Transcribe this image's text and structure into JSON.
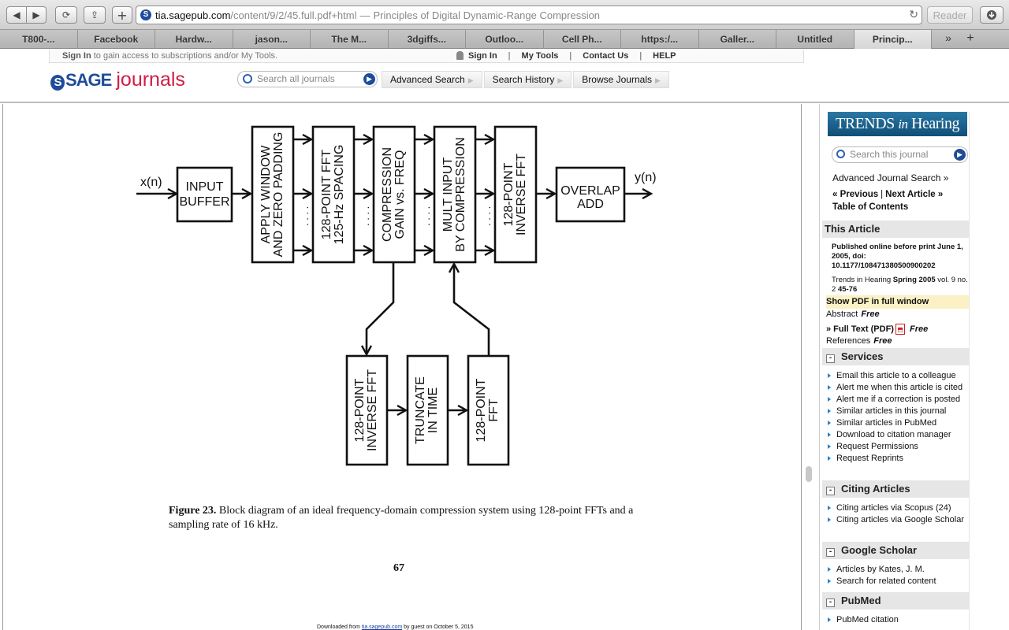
{
  "browser": {
    "url_host": "tia.sagepub.com",
    "url_path": "/content/9/2/45.full.pdf+html",
    "url_sep": "—",
    "page_title": "Principles of Digital Dynamic-Range Compression",
    "reader_label": "Reader",
    "tabs": [
      {
        "label": "T800-..."
      },
      {
        "label": "Facebook"
      },
      {
        "label": "Hardw..."
      },
      {
        "label": "jason..."
      },
      {
        "label": "The M..."
      },
      {
        "label": "3dgiffs..."
      },
      {
        "label": "Outloo..."
      },
      {
        "label": "Cell Ph..."
      },
      {
        "label": "https:/..."
      },
      {
        "label": "Galler..."
      },
      {
        "label": "Untitled"
      },
      {
        "label": "Princip..."
      }
    ],
    "tab_overflow": "»",
    "tab_add": "+"
  },
  "header": {
    "signin_link": "Sign In",
    "signin_text": " to gain access to subscriptions and/or My Tools.",
    "nav_signin": "Sign In",
    "nav_mytools": "My Tools",
    "nav_contact": "Contact Us",
    "nav_help": "HELP",
    "logo_sage": "SAGE",
    "logo_journals": "journals",
    "search_placeholder": "Search all journals",
    "advanced_search": "Advanced Search",
    "search_history": "Search History",
    "browse_journals": "Browse Journals"
  },
  "pdf": {
    "figure": {
      "x_in": "x(n)",
      "y_out": "y(n)",
      "input_buffer": [
        "INPUT",
        "BUFFER"
      ],
      "apply_window": [
        "APPLY WINDOW",
        "AND ZERO PADDING"
      ],
      "fft_128": [
        "128-POINT FFT",
        "125-Hz SPACING"
      ],
      "compression_gain": [
        "COMPRESSION",
        "GAIN vs. FREQ"
      ],
      "mult_input": [
        "MULT INPUT",
        "BY COMPRESSION"
      ],
      "inverse_fft_top": [
        "128-POINT",
        "INVERSE FFT"
      ],
      "overlap_add": [
        "OVERLAP",
        "ADD"
      ],
      "inverse_fft_bottom": [
        "128-POINT",
        "INVERSE FFT"
      ],
      "truncate": [
        "TRUNCATE",
        "IN TIME"
      ],
      "fft_bottom": [
        "128-POINT",
        "FFT"
      ],
      "dots": ". . . ."
    },
    "caption_label": "Figure 23.",
    "caption_text": " Block diagram of an ideal frequency-domain compression system using 128-point FFTs and a sampling rate of 16 kHz.",
    "page_number": "67",
    "download_prefix": "Downloaded from ",
    "download_link": "tia.sagepub.com",
    "download_suffix": " by guest on October 5, 2015"
  },
  "sidebar": {
    "logo_trends": "TRENDS",
    "logo_in": "in",
    "logo_hearing": "Hearing",
    "search_placeholder": "Search this journal",
    "advanced_journal_search": "Advanced Journal Search »",
    "previous": "« Previous",
    "next": "Next Article »",
    "toc": "Table of Contents",
    "this_article_title": "This Article",
    "published": "Published online before print June 1, 2005, doi: 10.1177/108471380500900202",
    "citation_journal": "Trends in Hearing ",
    "citation_issue": "Spring 2005",
    "citation_rest": " vol. 9 no. 2 ",
    "citation_pages": "45-76",
    "show_pdf": "Show PDF in full window",
    "abstract": "Abstract",
    "full_text": "» Full Text (PDF)",
    "references": "References",
    "free": "Free",
    "services_title": "Services",
    "services": [
      "Email this article to a colleague",
      "Alert me when this article is cited",
      "Alert me if a correction is posted",
      "Similar articles in this journal",
      "Similar articles in PubMed",
      "Download to citation manager",
      "Request Permissions",
      "Request Reprints"
    ],
    "citing_title": "Citing Articles",
    "citing": [
      "Citing articles via Scopus (24)",
      "Citing articles via Google Scholar"
    ],
    "scholar_title": "Google Scholar",
    "scholar": [
      "Articles by Kates, J. M.",
      "Search for related content"
    ],
    "pubmed_title": "PubMed",
    "pubmed": [
      "PubMed citation"
    ],
    "toggle_symbol": "-"
  },
  "colors": {
    "sage_blue": "#1e4c9a",
    "journals_red": "#d11c46",
    "trends_teal": "#1b6290",
    "section_gray": "#e6e6e6",
    "highlight": "#fbf1c4"
  },
  "icons": {
    "back": "back-arrow-icon",
    "forward": "forward-arrow-icon",
    "history": "history-icon",
    "share": "share-icon",
    "reload": "reload-icon",
    "download": "download-icon",
    "search": "search-icon",
    "pdf": "pdf-icon"
  }
}
